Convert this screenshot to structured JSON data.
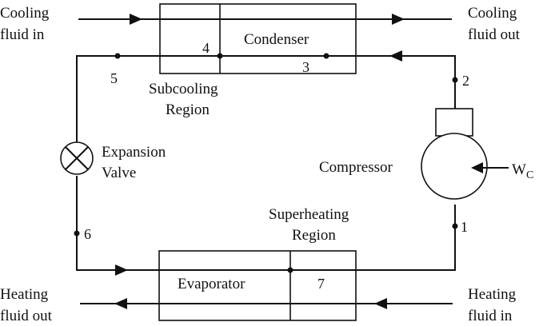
{
  "labels": {
    "cooling_in_line1": "Cooling",
    "cooling_in_line2": "fluid in",
    "cooling_out_line1": "Cooling",
    "cooling_out_line2": "fluid out",
    "condenser": "Condenser",
    "subcooling_line1": "Subcooling",
    "subcooling_line2": "Region",
    "expansion_line1": "Expansion",
    "expansion_line2": "Valve",
    "compressor": "Compressor",
    "work": "W",
    "work_sub": "C",
    "superheating_line1": "Superheating",
    "superheating_line2": "Region",
    "evaporator": "Evaporator",
    "heating_out_line1": "Heating",
    "heating_out_line2": "fluid out",
    "heating_in_line1": "Heating",
    "heating_in_line2": "fluid in"
  },
  "states": {
    "s1": "1",
    "s2": "2",
    "s3": "3",
    "s4": "4",
    "s5": "5",
    "s6": "6",
    "s7": "7"
  }
}
